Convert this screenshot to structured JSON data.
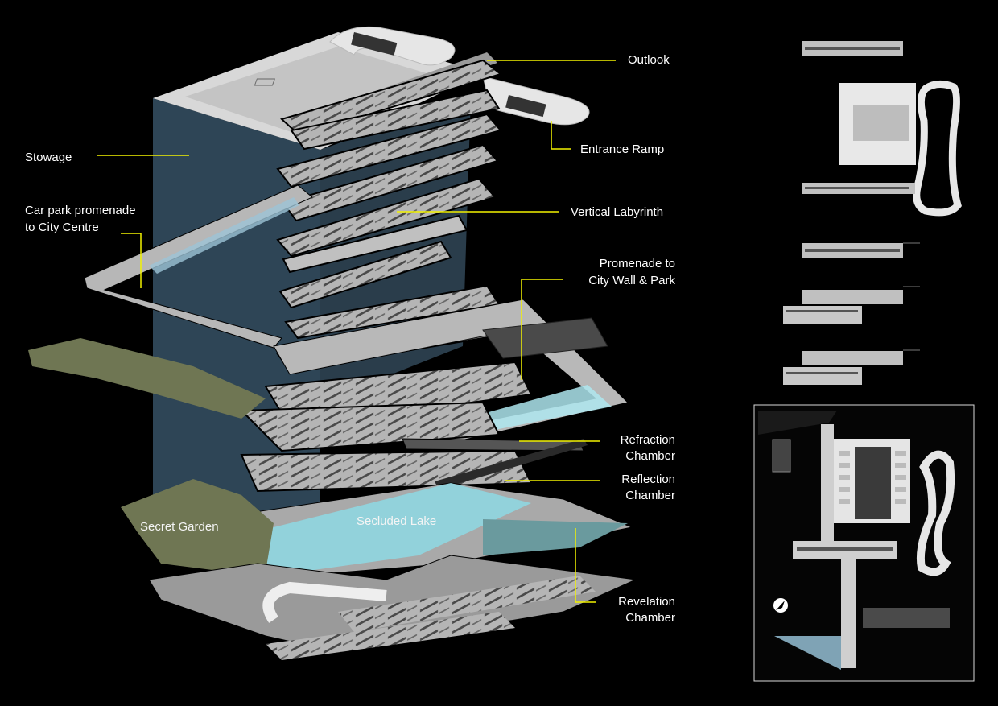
{
  "colors": {
    "background": "#000000",
    "leader": "#f2f200",
    "facade": "#2e4556",
    "slab": "#bdbdbd",
    "slab_dark": "#5c5c5c",
    "garden": "#6f7653",
    "water": "#8fd6e0",
    "plan_line": "#d9d9d9"
  },
  "labels": {
    "outlook": "Outlook",
    "entrance_ramp": "Entrance Ramp",
    "stowage": "Stowage",
    "car_park_line1": "Car park promenade",
    "car_park_line2": "to City Centre",
    "vertical_labyrinth": "Vertical Labyrinth",
    "promenade_line1": "Promenade to",
    "promenade_line2": "City Wall & Park",
    "refraction_line1": "Refraction",
    "refraction_line2": "Chamber",
    "reflection_line1": "Reflection",
    "reflection_line2": "Chamber",
    "revelation_line1": "Revelation",
    "revelation_line2": "Chamber",
    "secret_garden": "Secret Garden",
    "secluded_lake": "Secluded Lake"
  },
  "icons": {
    "north_arrow": "north-arrow-icon"
  }
}
